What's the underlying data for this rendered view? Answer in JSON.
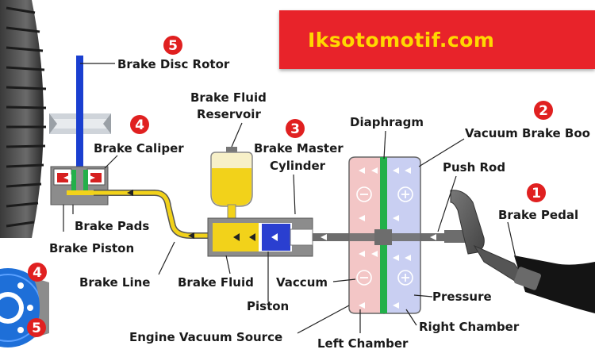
{
  "banner": {
    "text": "Iksotomotif.com"
  },
  "labels": {
    "brake_disc_rotor": "Brake Disc Rotor",
    "brake_fluid_reservoir_1": "Brake Fluid",
    "brake_fluid_reservoir_2": "Reservoir",
    "brake_caliper": "Brake Caliper",
    "brake_master_cylinder_1": "Brake Master",
    "brake_master_cylinder_2": "Cylinder",
    "diaphragm": "Diaphragm",
    "vacuum_brake_booster": "Vacuum Brake Boo",
    "push_rod": "Push Rod",
    "brake_pedal": "Brake Pedal",
    "brake_pads": "Brake Pads",
    "brake_piston": "Brake Piston",
    "brake_line": "Brake Line",
    "brake_fluid": "Brake Fluid",
    "vaccum": "Vaccum",
    "piston": "Piston",
    "pressure": "Pressure",
    "engine_vacuum_source": "Engine Vacuum Source",
    "right_chamber": "Right Chamber",
    "left_chamber": "Left Chamber"
  },
  "numbers": {
    "rotor": "5",
    "caliper": "4",
    "master_cylinder": "3",
    "booster": "2",
    "pedal": "1",
    "disc_caliper": "4",
    "disc_rotor": "5"
  },
  "colors": {
    "banner_bg": "#e8232a",
    "banner_text": "#ffd800",
    "badge": "#e02020",
    "rotor_blue": "#1a3fd0",
    "brake_fluid_yellow": "#f2d21a",
    "left_chamber_pink": "#f3c6c6",
    "right_chamber_blue": "#c9cff2",
    "diaphragm_green": "#22b04a",
    "disc_blue": "#1e6fd8"
  }
}
